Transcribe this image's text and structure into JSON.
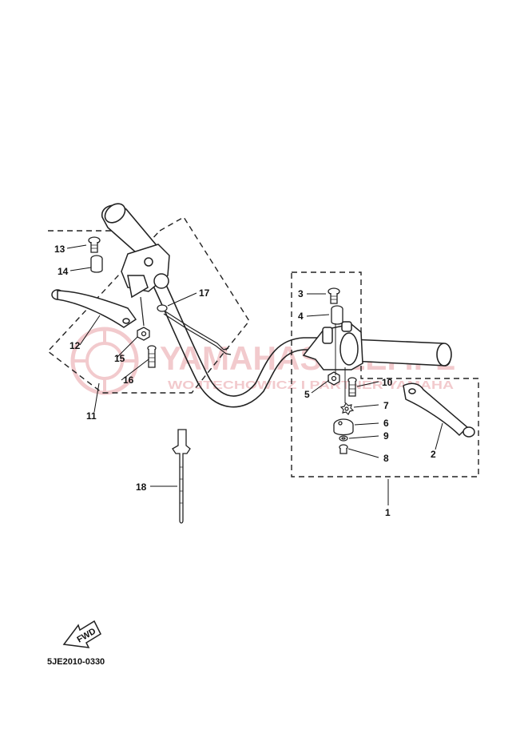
{
  "watermark": {
    "brand": "YAMAHASKLEP.PL",
    "tagline": "WOJTECHOWICZ I PARTNER YAMAHA",
    "color": "#e8a0a6"
  },
  "fwd_arrow": {
    "label": "FWD"
  },
  "diagram_code": "5JE2010-0330",
  "callouts": [
    "1",
    "2",
    "3",
    "4",
    "5",
    "6",
    "7",
    "8",
    "9",
    "10",
    "11",
    "12",
    "13",
    "14",
    "15",
    "16",
    "17",
    "18"
  ]
}
